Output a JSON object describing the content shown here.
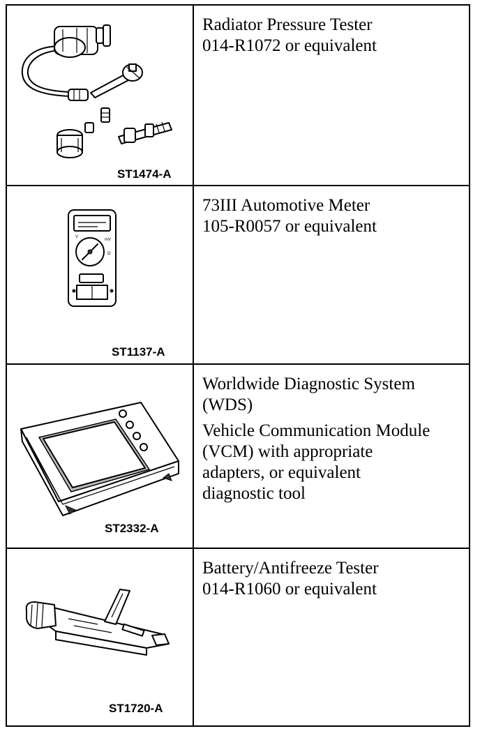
{
  "rows": [
    {
      "image_code": "ST1474-A",
      "icon": "radiator-pressure-tester-icon",
      "lines": [
        "Radiator Pressure Tester",
        "014-R1072 or equivalent"
      ]
    },
    {
      "image_code": "ST1137-A",
      "icon": "automotive-meter-icon",
      "lines": [
        "73III Automotive Meter",
        "105-R0057 or equivalent"
      ]
    },
    {
      "image_code": "ST2332-A",
      "icon": "diagnostic-system-icon",
      "paragraphs": [
        [
          "Worldwide Diagnostic System",
          "(WDS)"
        ],
        [
          "Vehicle Communication Module",
          "(VCM) with appropriate",
          "adapters, or equivalent",
          "diagnostic tool"
        ]
      ]
    },
    {
      "image_code": "ST1720-A",
      "icon": "battery-antifreeze-tester-icon",
      "lines": [
        "Battery/Antifreeze Tester",
        "014-R1060 or equivalent"
      ]
    }
  ]
}
